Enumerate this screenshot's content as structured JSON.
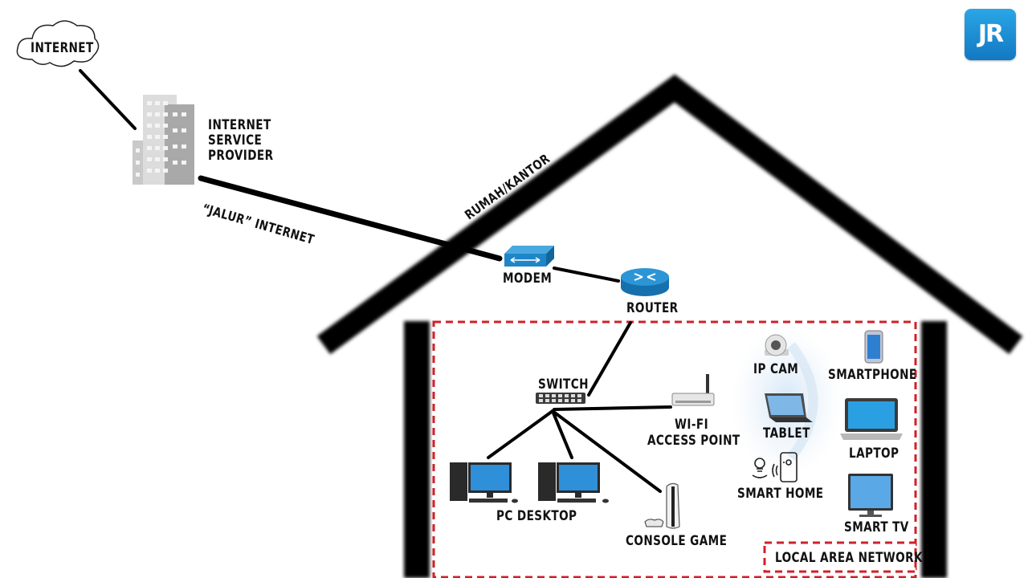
{
  "labels": {
    "internet": "INTERNET",
    "isp": [
      "INTERNET",
      "SERVICE",
      "PROVIDER"
    ],
    "jalur": "“JALUR” INTERNET",
    "rumah": "RUMAH/KANTOR",
    "modem": "MODEM",
    "router": "ROUTER",
    "switch": "SWITCH",
    "wifi": [
      "WI-FI",
      "ACCESS POINT"
    ],
    "pc_desktop": "PC DESKTOP",
    "console_game": "CONSOLE GAME",
    "ip_cam": "IP CAM",
    "smartphone": "SMARTPHONE",
    "tablet": "TABLET",
    "laptop": "LAPTOP",
    "smart_home": "SMART HOME",
    "smart_tv": "SMART TV",
    "lan": "LOCAL AREA NETWORK"
  },
  "logo": "JR",
  "colors": {
    "lan_border": "#d0202a",
    "house": "#000000",
    "modem": "#1e86c8",
    "router": "#1e86c8",
    "logo": "#1a8fd6"
  }
}
